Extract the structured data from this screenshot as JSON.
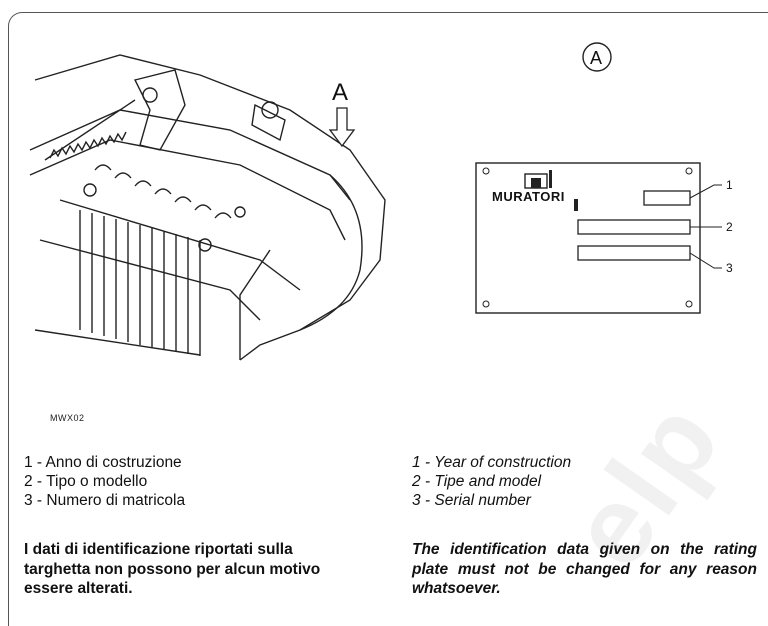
{
  "figure": {
    "arrow_label": "A",
    "circle_label": "A",
    "brand": "MURATORI",
    "callouts": [
      "1",
      "2",
      "3"
    ],
    "code": "MWX02"
  },
  "legend_it": [
    "1 -  Anno di costruzione",
    "2 -  Tipo o modello",
    "3 -  Numero di matricola"
  ],
  "legend_en": [
    "1 - Year of construction",
    "2 - Tipe and model",
    "3 - Serial number"
  ],
  "note_it": "I dati di identificazione riportati sulla targhetta non possono per alcun motivo essere alterati.",
  "note_en": "The identification data given on the rating plate must not be changed for any reason whatsoever.",
  "watermark": "elp"
}
